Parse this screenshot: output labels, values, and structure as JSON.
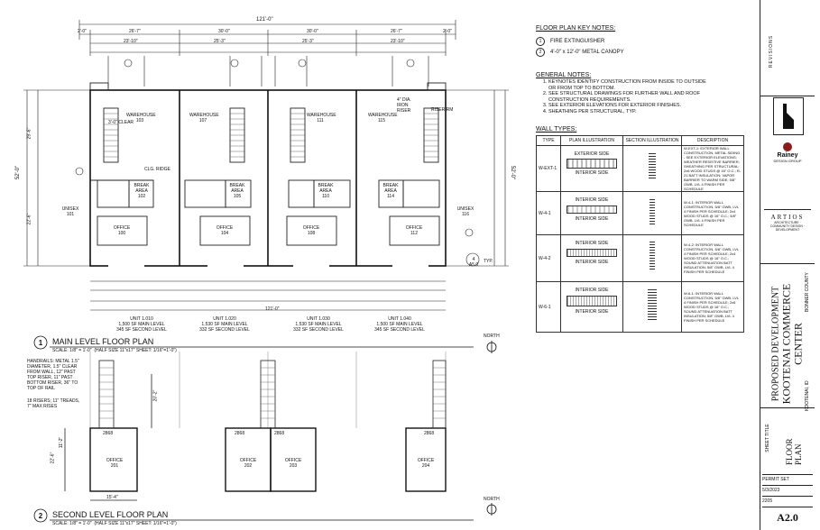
{
  "plan1": {
    "overall_dim": "121'-0\"",
    "top_dims": [
      "2'-0\"",
      "26'-7\"",
      "30'-0\"",
      "30'-0\"",
      "26'-7\"",
      "2'-0\""
    ],
    "sub_dims": [
      "23'-10\"",
      "25'-3\"",
      "25'-3\"",
      "23'-10\""
    ],
    "rooms": [
      {
        "name": "WAREHOUSE",
        "num": "103"
      },
      {
        "name": "WAREHOUSE",
        "num": "107"
      },
      {
        "name": "WAREHOUSE",
        "num": "111"
      },
      {
        "name": "WAREHOUSE",
        "num": "115"
      },
      {
        "name": "OFFICE",
        "num": "100"
      },
      {
        "name": "OFFICE",
        "num": "104"
      },
      {
        "name": "OFFICE",
        "num": "108"
      },
      {
        "name": "OFFICE",
        "num": "112"
      },
      {
        "name": "UNISEX",
        "num": "101"
      },
      {
        "name": "UNISEX",
        "num": "116"
      },
      {
        "name": "BREAK AREA",
        "num": "102"
      },
      {
        "name": "BREAK AREA",
        "num": "105"
      },
      {
        "name": "BREAK AREA",
        "num": "110"
      },
      {
        "name": "BREAK AREA",
        "num": "114"
      }
    ],
    "labels": {
      "clear": "3'-0\" CLEAR",
      "clg_ridge": "CLG. RIDGE",
      "iron_riser": "4\" DIA. IRON RISER",
      "riser_rm": "RISER RM",
      "typ": "TYP.",
      "callout": "4 A5.0"
    },
    "units": [
      {
        "name": "UNIT 1.010",
        "main": "1,500 SF MAIN LEVEL",
        "second": "345 SF SECOND LEVEL"
      },
      {
        "name": "UNIT 1.020",
        "main": "1,530 SF MAIN LEVEL",
        "second": "332 SF SECOND LEVEL"
      },
      {
        "name": "UNIT 1.030",
        "main": "1,530 SF MAIN LEVEL",
        "second": "332 SF SECOND LEVEL"
      },
      {
        "name": "UNIT 1.040",
        "main": "1,500 SF MAIN LEVEL",
        "second": "345 SF SECOND LEVEL"
      }
    ],
    "title_num": "1",
    "title": "MAIN LEVEL FLOOR PLAN",
    "scale": "SCALE: 1/8\" = 1'-0\"",
    "scale_note": "(HALF SIZE 11\"x17\" SHEET: 1/16\"=1'-0\")",
    "north": "NORTH",
    "side_dims": [
      "52'-0\"",
      "29'-6\"",
      "22'-6\""
    ]
  },
  "plan2": {
    "handrail_note": "HANDRAILS: METAL 1.5\" DIAMETER, 1.5\" CLEAR FROM WALL, 12\" PAST TOP RISER, 11\" PAST BOTTOM RISER, 36\" TO TOP OF RAIL",
    "riser_note": "18 RISERS; 11\" TREADS, 7\" MAX RISES",
    "offices": [
      {
        "name": "OFFICE",
        "num": "201"
      },
      {
        "name": "OFFICE",
        "num": "202"
      },
      {
        "name": "OFFICE",
        "num": "203"
      },
      {
        "name": "OFFICE",
        "num": "204"
      }
    ],
    "door_tags": [
      "2868",
      "2868",
      "2868",
      "2868"
    ],
    "dims": [
      "22'-6\"",
      "11'-2\"",
      "15'-4\"",
      "20'-2\""
    ],
    "title_num": "2",
    "title": "SECOND LEVEL FLOOR PLAN",
    "scale": "SCALE: 1/8\" = 1'-0\"",
    "scale_note": "(HALF SIZE 11\"x17\" SHEET: 1/16\"=1'-0\")",
    "north": "NORTH"
  },
  "keynotes": {
    "heading": "FLOOR PLAN KEY NOTES:",
    "items": [
      {
        "num": "1",
        "text": "FIRE EXTINGUISHER"
      },
      {
        "num": "2",
        "text": "4'-0\" x 12'-0\" METAL CANOPY"
      }
    ]
  },
  "general_notes": {
    "heading": "GENERAL NOTES:",
    "items": [
      "KEYNOTES IDENTIFY CONSTRUCTION FROM INSIDE TO OUTSIDE OR FROM TOP TO BOTTOM.",
      "SEE STRUCTURAL DRAWINGS FOR FURTHER WALL AND ROOF CONSTRUCTION REQUIREMENTS.",
      "SEE EXTERIOR ELEVATIONS FOR EXTERIOR FINISHES.",
      "SHEATHING PER STRUCTURAL, TYP."
    ]
  },
  "wall_types": {
    "heading": "WALL TYPES:",
    "columns": [
      "TYPE",
      "PLAN ILLUSTRATION",
      "SECTION ILLUSTRATION",
      "DESCRIPTION"
    ],
    "rows": [
      {
        "type": "W-EXT-1",
        "side_a": "EXTERIOR SIDE",
        "side_b": "INTERIOR SIDE",
        "desc": "W-EXT-1: EXTERIOR WALL CONSTRUCTION, METAL SIDING - SEE EXTERIOR ELEVATIONS; WEATHER RESISTIVE BARRIER; SHEATHING PER STRUCTURAL; 2x6 WOOD STUDS @ 16\" O.C.; R-21 BATT INSULATION; VAPOR BARRIER TO WARM SIDE; 5/8\" GWB, LVL 4 FINISH PER SCHEDULE"
      },
      {
        "type": "W-4-1",
        "side_a": "INTERIOR SIDE",
        "side_b": "INTERIOR SIDE",
        "desc": "W-4-1: INTERIOR WALL CONSTRUCTION, 5/8\" GWB, LVL 4 FINISH PER SCHEDULE; 2x4 WOOD STUDS @ 16\" O.C.; 5/8\" GWB, LVL 4 FINISH PER SCHEDULE"
      },
      {
        "type": "W-4-2",
        "side_a": "INTERIOR SIDE",
        "side_b": "INTERIOR SIDE",
        "desc": "W-4-2: INTERIOR WALL CONSTRUCTION, 5/8\" GWB, LVL 4 FINISH PER SCHEDULE; 2x4 WOOD STUDS @ 16\" O.C.; SOUND ATTENUATION BATT INSULATION; 5/8\" GWB, LVL 4 FINISH PER SCHEDULE"
      },
      {
        "type": "W-6-1",
        "side_a": "INTERIOR SIDE",
        "side_b": "INTERIOR SIDE",
        "desc": "W-6-1: INTERIOR WALL CONSTRUCTION, 5/8\" GWB, LVL 4 FINISH PER SCHEDULE; 2x6 WOOD STUDS @ 16\" O.C.; SOUND ATTENUATION BATT INSULATION; 5/8\" GWB, LVL 4 FINISH PER SCHEDULE"
      }
    ]
  },
  "titleblock": {
    "revisions": "REVISIONS",
    "rainey": "Rainey",
    "rainey_sub": "DESIGN GROUP",
    "artios": "ARTIOS",
    "artios_sub": "ARCHITECTURE · COMMUNITY DESIGN · DEVELOPMENT",
    "project_line1": "PROPOSED DEVELOPMENT",
    "project_line2": "KOOTENAI COMMERCE CENTER",
    "county": "BONNER COUNTY",
    "location": "KOOTENAI, ID",
    "sheet_title_label": "SHEET TITLE",
    "sheet_title": "FLOOR PLAN",
    "issued_for": "PERMIT SET",
    "date": "5/3/2023",
    "job": "2205",
    "sheet_number": "A2.0"
  }
}
